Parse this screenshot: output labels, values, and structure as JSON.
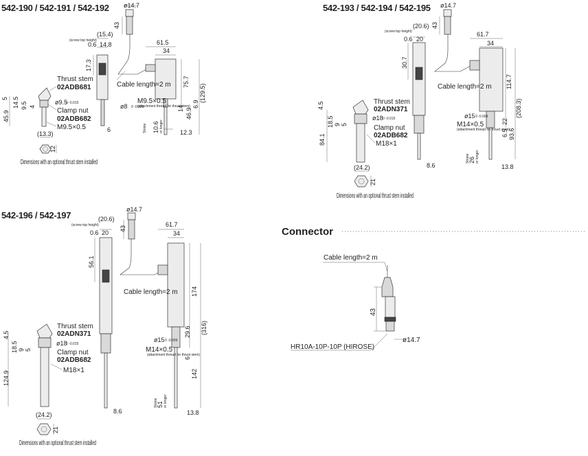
{
  "drawings": {
    "a": {
      "title": "542-190 / 542-191 / 542-192",
      "cable_length": "Cable length=2 m",
      "thrust_stem": "Thrust stem",
      "thrust_stem_code": "02ADB681",
      "clamp_nut": "Clamp nut",
      "clamp_nut_code": "02ADB682",
      "thread": "M9.5×0.5",
      "screw_top_height": "(screw top height)",
      "stroke": "Stroke",
      "stroke_val": "10.6",
      "or_longer": "or longer",
      "attach_thread": "(attachment thread for thrust stem)",
      "m_thread2": "M9.5×0.5",
      "dia_stem": "ø9.5",
      "dia_stem_tol": "0 -0.015",
      "dia_8": "ø8",
      "dia_8_tol": "0 -0.009",
      "installed_note": "Dimensions with an optional thrust stem installed",
      "dims": {
        "d1": "ø14.7",
        "d2": "43",
        "d3": "(15.4)",
        "d4": "0.6",
        "d5": "14.8",
        "d6": "61.5",
        "d7": "34",
        "d8": "17.3",
        "d9": "75.7",
        "d10": "(129.5)",
        "d11": "6.9",
        "d12": "14",
        "d13": "46.9",
        "d14": "12.3",
        "d15": "6",
        "d16": "5",
        "d17": "14.5",
        "d18": "9.5",
        "d19": "4",
        "d20": "45.9",
        "d21": "(13.3)",
        "d22": "12"
      }
    },
    "b": {
      "title": "542-193 / 542-194 / 542-195",
      "cable_length": "Cable length=2 m",
      "thrust_stem": "Thrust stem",
      "thrust_stem_code": "02ADN371",
      "clamp_nut": "Clamp nut",
      "clamp_nut_code": "02ADB682",
      "thread": "M18×1",
      "screw_top_height": "(screw top height)",
      "stroke": "Stroke",
      "stroke_val": "26",
      "or_longer": "or longer",
      "attach_thread": "(attachment thread for thrust stem)",
      "m_thread2": "M14×0.5",
      "dia_18": "ø18",
      "dia_18_tol": "0 -0.015",
      "dia_15": "ø15",
      "dia_15_tol": "0 -0.009",
      "installed_note": "Dimensions with an optional thrust stem installed",
      "dims": {
        "d1": "ø14.7",
        "d2": "43",
        "d3": "(20.6)",
        "d4": "0.6",
        "d5": "20",
        "d6": "61.7",
        "d7": "34",
        "d8": "30.7",
        "d9": "114.7",
        "d10": "(208.3)",
        "d11": "22",
        "d12": "6.5",
        "d13": "93.6",
        "d14": "13.8",
        "d15": "8.6",
        "d16": "4.5",
        "d17": "18.5",
        "d18": "9",
        "d19": "5",
        "d20": "84.1",
        "d21": "(24.2)",
        "d22": "21"
      }
    },
    "c": {
      "title": "542-196 / 542-197",
      "cable_length": "Cable length=2 m",
      "thrust_stem": "Thrust stem",
      "thrust_stem_code": "02ADN371",
      "clamp_nut": "Clamp nut",
      "clamp_nut_code": "02ADB682",
      "thread": "M18×1",
      "screw_top_height": "(screw top height)",
      "stroke": "Stroke",
      "stroke_val": "51",
      "or_longer": "or longer",
      "attach_thread": "(attachment thread for thrust stem)",
      "m_thread2": "M14×0.5",
      "dia_18": "ø18",
      "dia_18_tol": "0 -0.015",
      "dia_15": "ø15",
      "dia_15_tol": "0 -0.009",
      "installed_note": "Dimensions with an optional thrust stem installed",
      "dims": {
        "d1": "ø14.7",
        "d2": "43",
        "d3": "(20.6)",
        "d4": "0.6",
        "d5": "20",
        "d6": "61.7",
        "d7": "34",
        "d8": "56.1",
        "d9": "174",
        "d10": "(316)",
        "d11": "29.6",
        "d12": "6",
        "d13": "142",
        "d14": "13.8",
        "d15": "8.6",
        "d16": "4.5",
        "d17": "18.5",
        "d18": "9",
        "d19": "5",
        "d20": "124.9",
        "d21": "(24.2)",
        "d22": "21"
      }
    },
    "connector": {
      "title": "Connector",
      "cable_length": "Cable length=2 m",
      "height": "43",
      "diameter": "ø14.7",
      "part": "HR10A-10P-10P (HIROSE)"
    }
  }
}
